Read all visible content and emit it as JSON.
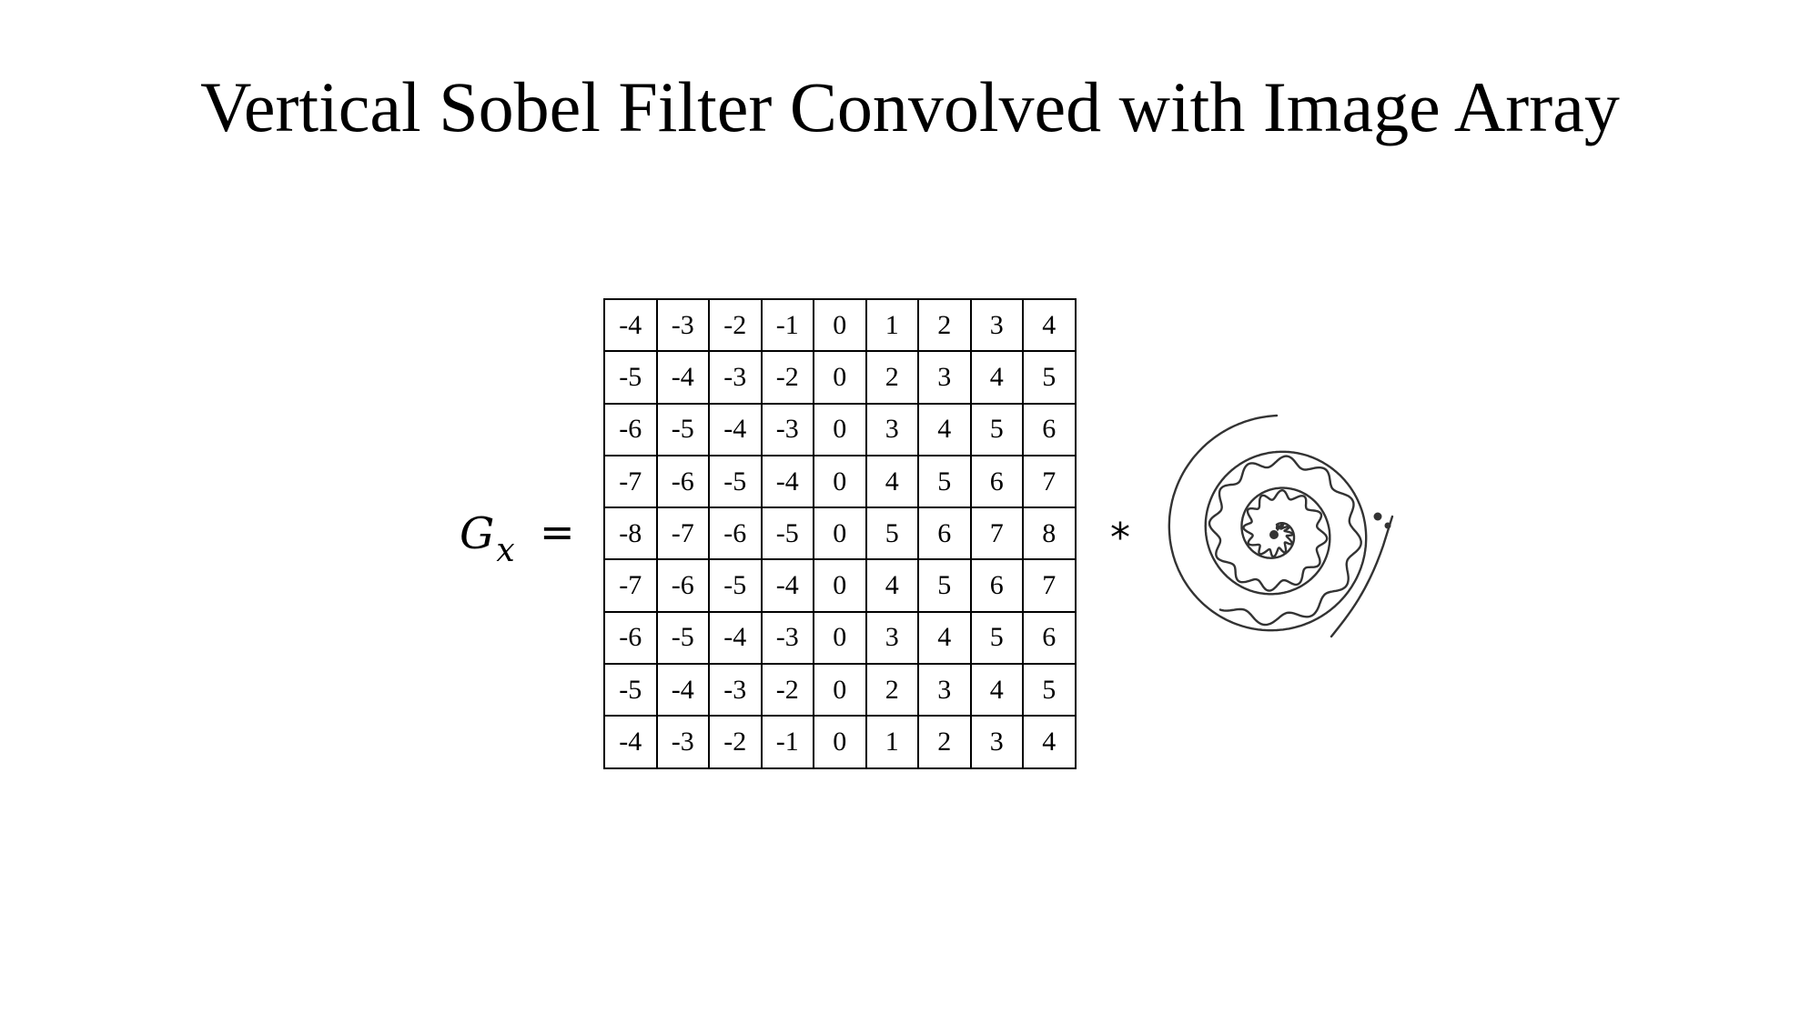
{
  "title": "Vertical Sobel Filter Convolved with Image Array",
  "equation": {
    "lhs_symbol": "G",
    "lhs_subscript": "x",
    "equals": "=",
    "operator": "*"
  },
  "kernel": [
    [
      "-4",
      "-3",
      "-2",
      "-1",
      "0",
      "1",
      "2",
      "3",
      "4"
    ],
    [
      "-5",
      "-4",
      "-3",
      "-2",
      "0",
      "2",
      "3",
      "4",
      "5"
    ],
    [
      "-6",
      "-5",
      "-4",
      "-3",
      "0",
      "3",
      "4",
      "5",
      "6"
    ],
    [
      "-7",
      "-6",
      "-5",
      "-4",
      "0",
      "4",
      "5",
      "6",
      "7"
    ],
    [
      "-8",
      "-7",
      "-6",
      "-5",
      "0",
      "5",
      "6",
      "7",
      "8"
    ],
    [
      "-7",
      "-6",
      "-5",
      "-4",
      "0",
      "4",
      "5",
      "6",
      "7"
    ],
    [
      "-6",
      "-5",
      "-4",
      "-3",
      "0",
      "3",
      "4",
      "5",
      "6"
    ],
    [
      "-5",
      "-4",
      "-3",
      "-2",
      "0",
      "2",
      "3",
      "4",
      "5"
    ],
    [
      "-4",
      "-3",
      "-2",
      "-1",
      "0",
      "1",
      "2",
      "3",
      "4"
    ]
  ],
  "image": {
    "icon": "hand-drawn-spiral-icon",
    "stroke_color": "#333333"
  }
}
